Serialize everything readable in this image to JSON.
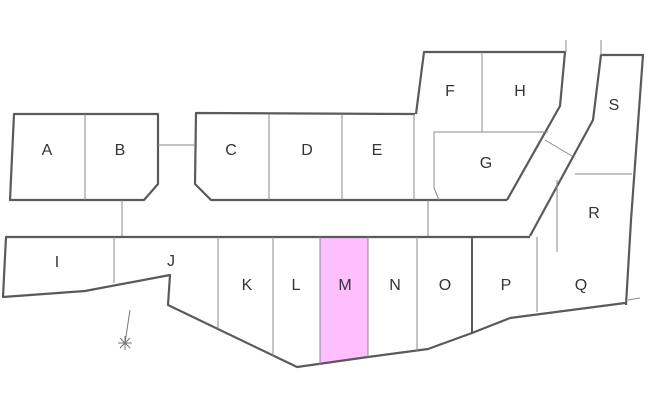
{
  "map": {
    "highlight_color": "#ffbfff",
    "selected_lot": "M",
    "lots": {
      "A": "A",
      "B": "B",
      "C": "C",
      "D": "D",
      "E": "E",
      "F": "F",
      "G": "G",
      "H": "H",
      "I": "I",
      "J": "J",
      "K": "K",
      "L": "L",
      "M": "M",
      "N": "N",
      "O": "O",
      "P": "P",
      "Q": "Q",
      "R": "R",
      "S": "S"
    }
  }
}
